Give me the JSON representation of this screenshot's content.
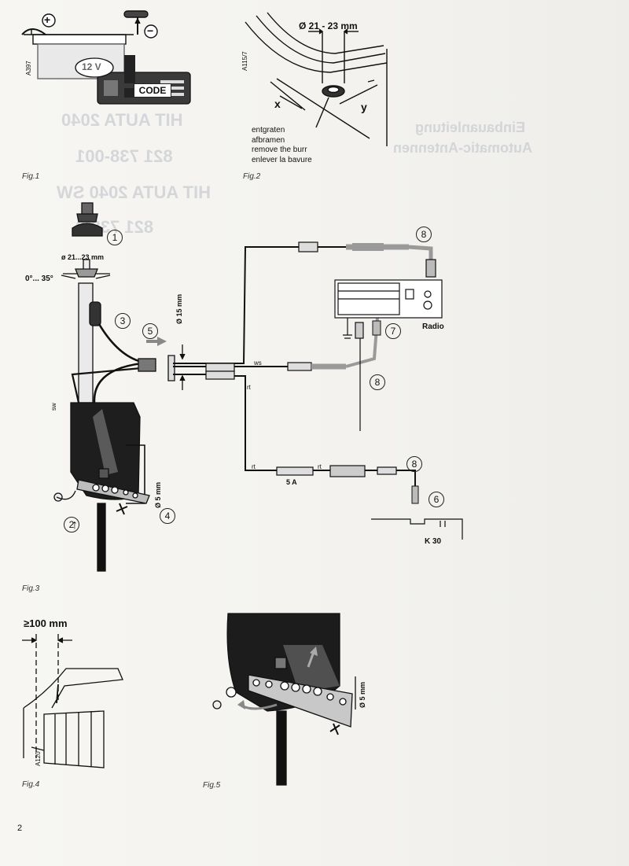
{
  "fig1": {
    "caption": "Fig.1",
    "plus_symbol": "+",
    "minus_symbol": "−",
    "voltage": "12 V",
    "code_label": "CODE",
    "ref_code": "A397"
  },
  "fig2": {
    "caption": "Fig.2",
    "diameter_label": "Ø 21 - 23 mm",
    "x_label": "x",
    "y_label": "y",
    "ref_code": "A115/7",
    "burr_lines": [
      "entgraten",
      "afbramen",
      "remove the burr",
      "enlever la bavure"
    ]
  },
  "fig3": {
    "caption": "Fig.3",
    "hole_diameter": "ø 21...23 mm",
    "angle_range": "0°... 35°",
    "cable_diameter": "Ø 15 mm",
    "screw_diameter": "Ø 5 mm",
    "wire_ws": "ws",
    "wire_rt1": "rt",
    "wire_rt2": "rt",
    "wire_rt3": "rt",
    "wire_sw": "sw",
    "fuse_label": "5 A",
    "terminal_label": "K 30",
    "radio_label": "Radio",
    "markers": {
      "m1": "1",
      "m2": "2",
      "m3": "3",
      "m4": "4",
      "m5": "5",
      "m6": "6",
      "m7": "7",
      "m8a": "8",
      "m8b": "8",
      "m8c": "8"
    }
  },
  "fig4": {
    "caption": "Fig.4",
    "distance": "≥100 mm",
    "ref_code": "A120"
  },
  "fig5": {
    "caption": "Fig.5",
    "screw_diameter": "Ø 5 mm"
  },
  "page_number": "2",
  "bleed_through": {
    "model_1": "HIT AUTA 2040",
    "part_1": "821 738-001",
    "model_2": "HIT AUTA 2040 SW",
    "part_2": "821 738-0",
    "title_1": "Einbauanleitung",
    "title_2": "Automatic-Antennen"
  },
  "colors": {
    "ink": "#111111",
    "grey_cable": "#9a9a9a",
    "paper": "#f4f3f0",
    "ghost": "#c9ccd3"
  }
}
